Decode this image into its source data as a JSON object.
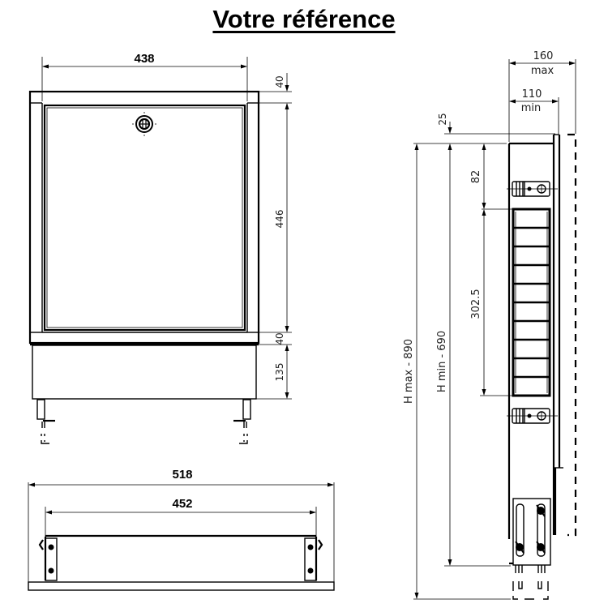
{
  "title": "Votre référence",
  "front_view": {
    "width_label": "438",
    "dims_right": [
      "40",
      "446",
      "40",
      "135"
    ]
  },
  "top_view": {
    "outer_width_label": "518",
    "inner_width_label": "452"
  },
  "side_view": {
    "depth_max_value": "160",
    "depth_max_label": "max",
    "depth_min_value": "110",
    "depth_min_label": "min",
    "top_offset": "25",
    "bracket_offset": "82",
    "manifold_height": "302.5",
    "h_max": "H max - 890",
    "h_min": "H min - 690",
    "manifold_slots": 10
  }
}
